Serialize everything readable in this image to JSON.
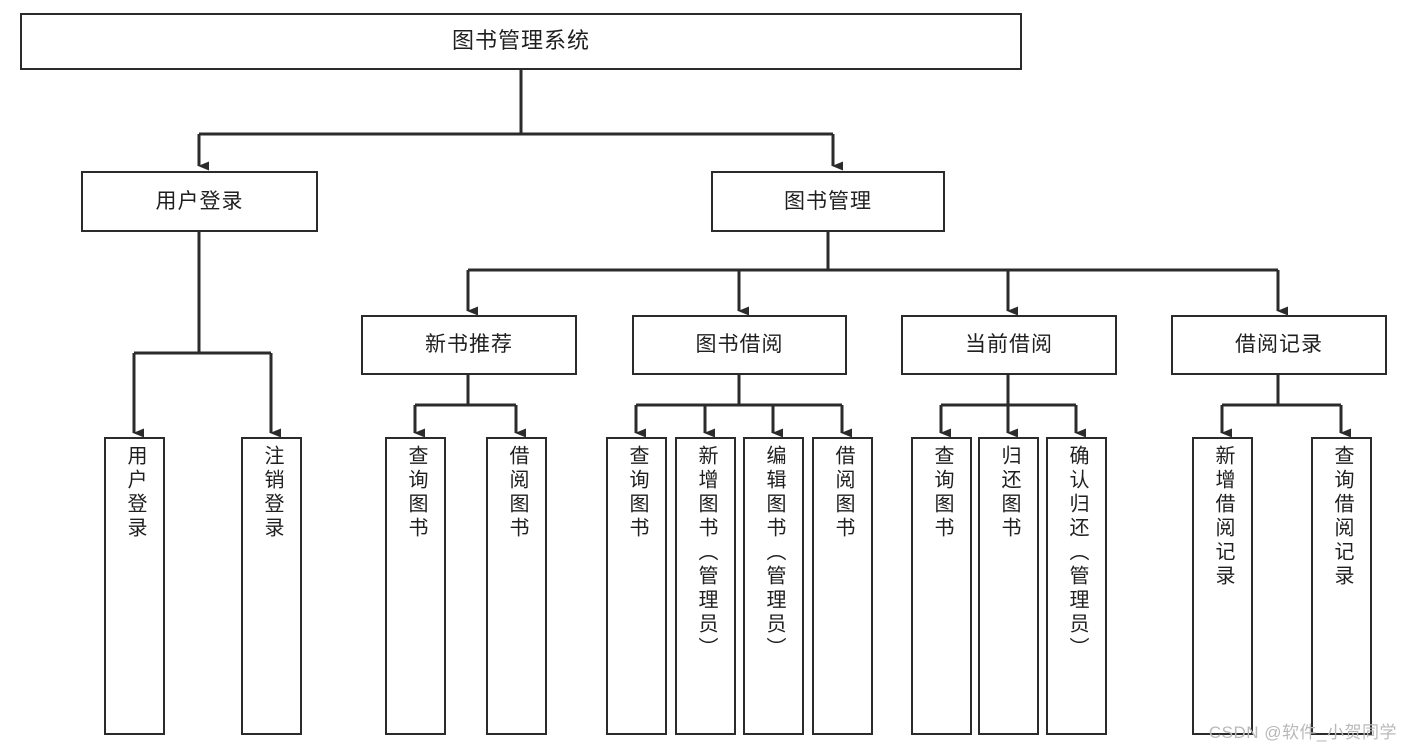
{
  "diagram": {
    "title": "图书管理系统",
    "type": "tree",
    "root": {
      "label": "图书管理系统"
    },
    "level2": [
      {
        "label": "用户登录"
      },
      {
        "label": "图书管理"
      }
    ],
    "level3": [
      {
        "label": "新书推荐"
      },
      {
        "label": "图书借阅"
      },
      {
        "label": "当前借阅"
      },
      {
        "label": "借阅记录"
      }
    ],
    "leaves": {
      "user_login": [
        {
          "label": "用户登录"
        },
        {
          "label": "注销登录"
        }
      ],
      "new_book_recommend": [
        {
          "label": "查询图书"
        },
        {
          "label": "借阅图书"
        }
      ],
      "book_borrow": [
        {
          "label": "查询图书"
        },
        {
          "label": "新增图书（管理员）"
        },
        {
          "label": "编辑图书（管理员）"
        },
        {
          "label": "借阅图书"
        }
      ],
      "current_borrow": [
        {
          "label": "查询图书"
        },
        {
          "label": "归还图书"
        },
        {
          "label": "确认归还（管理员）"
        }
      ],
      "borrow_record": [
        {
          "label": "新增借阅记录"
        },
        {
          "label": "查询借阅记录"
        }
      ]
    }
  },
  "watermark": {
    "text": "CSDN @软件_小贺同学"
  },
  "colors": {
    "stroke": "#2b2b2b",
    "text": "#1f1f1f",
    "background": "#ffffff",
    "watermark": "#b9b9b9"
  }
}
